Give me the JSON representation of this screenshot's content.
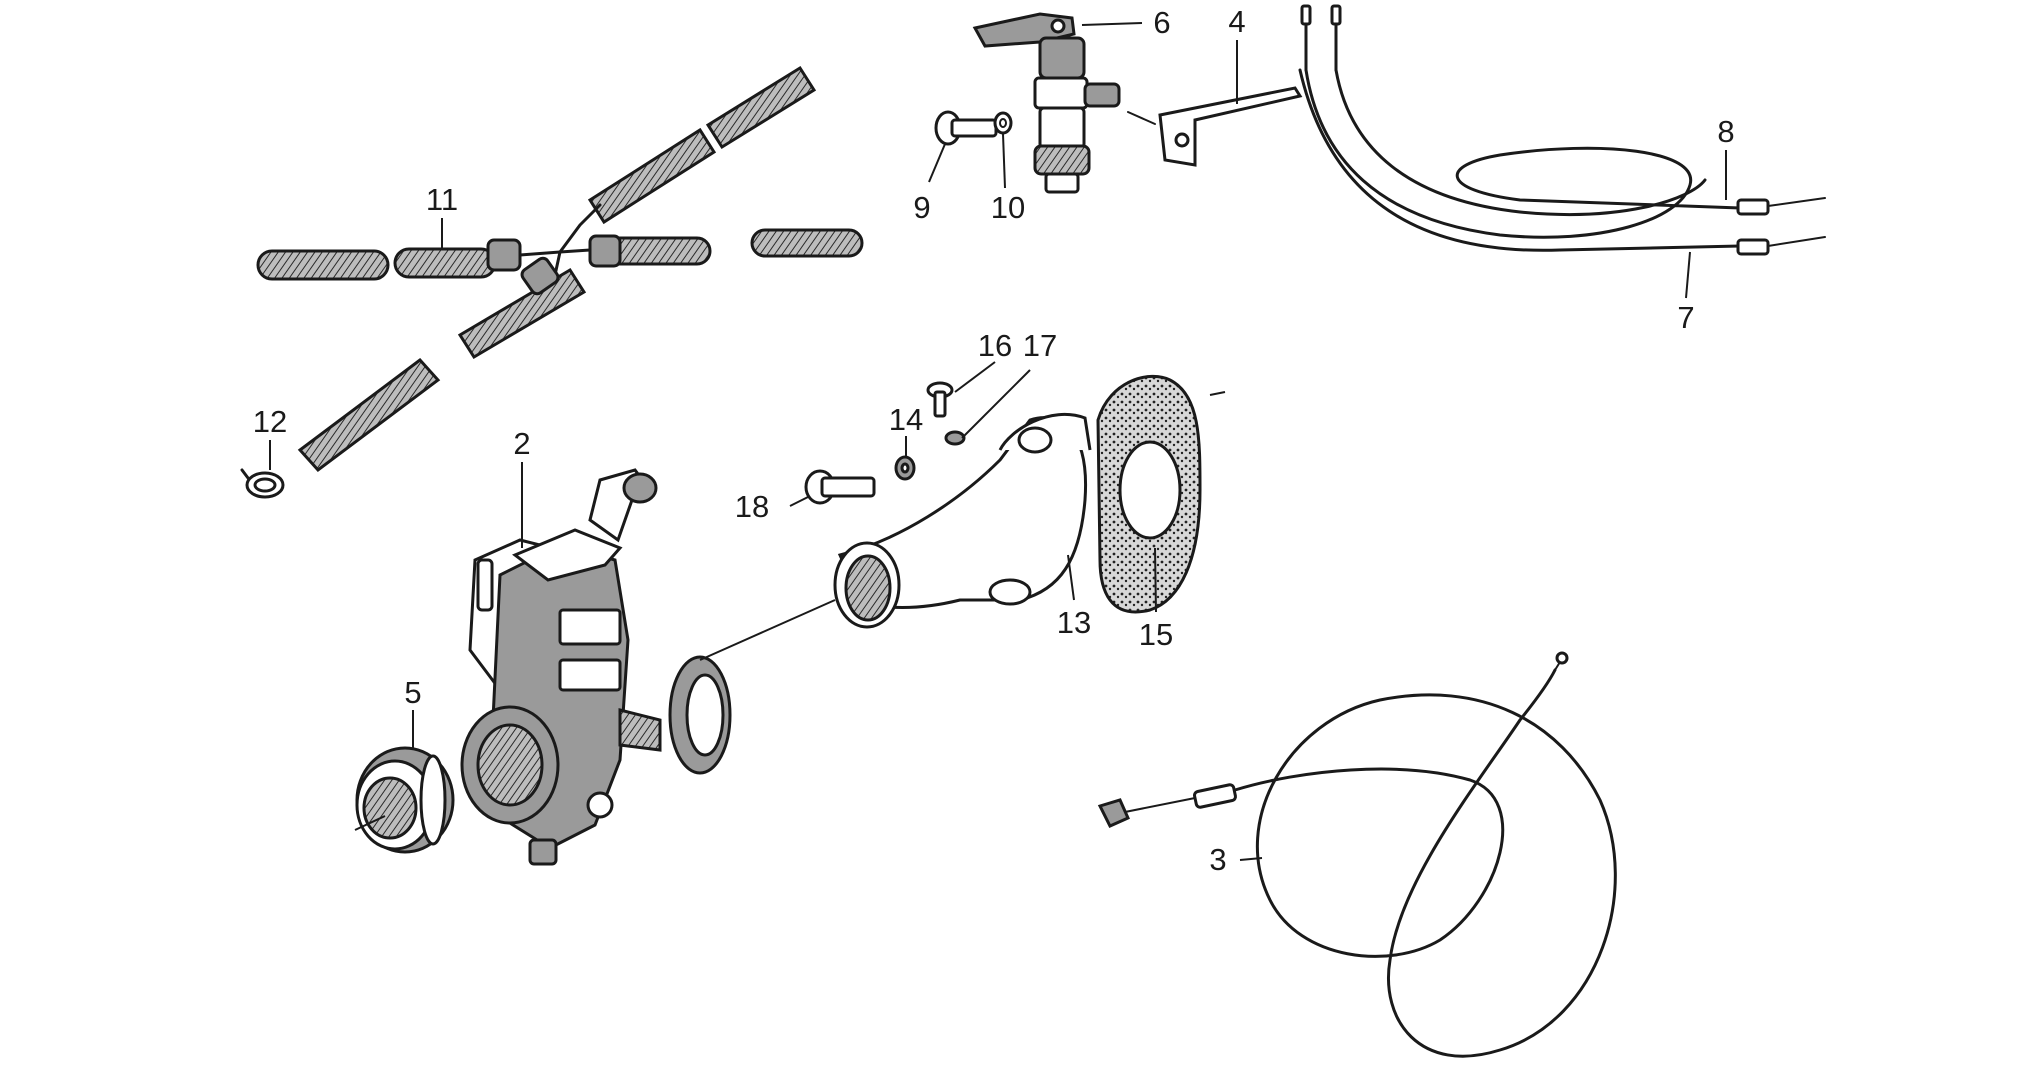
{
  "callouts": {
    "c2": "2",
    "c3": "3",
    "c4": "4",
    "c5": "5",
    "c6": "6",
    "c7": "7",
    "c8": "8",
    "c9": "9",
    "c10": "10",
    "c11": "11",
    "c12": "12",
    "c13": "13",
    "c14": "14",
    "c15": "15",
    "c16": "16",
    "c17": "17",
    "c18": "18"
  }
}
